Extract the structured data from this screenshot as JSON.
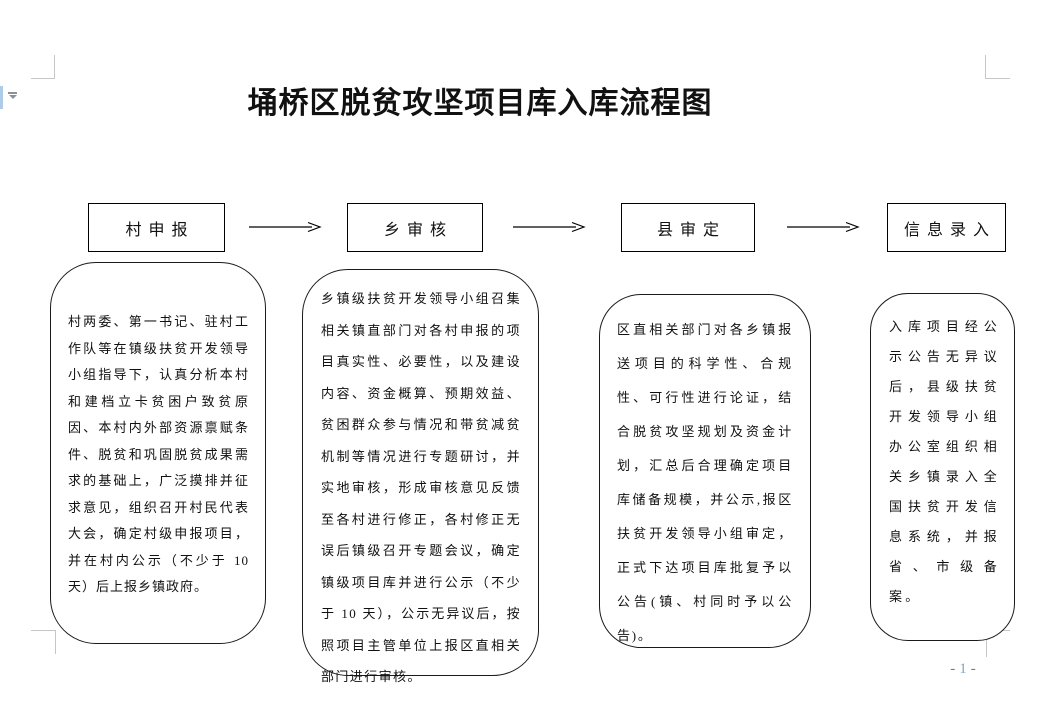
{
  "page": {
    "title": "埇桥区脱贫攻坚项目库入库流程图",
    "page_number": {
      "prefix": "-",
      "value": "1",
      "suffix": "-"
    }
  },
  "flow": {
    "stages": [
      {
        "label": "村申报",
        "description": "村两委、第一书记、驻村工作队等在镇级扶贫开发领导小组指导下，认真分析本村和建档立卡贫困户致贫原因、本村内外部资源禀赋条件、脱贫和巩固脱贫成果需求的基础上，广泛摸排并征求意见，组织召开村民代表大会，确定村级申报项目，并在村内公示（不少于 10 天）后上报乡镇政府。"
      },
      {
        "label": "乡审核",
        "description": "乡镇级扶贫开发领导小组召集相关镇直部门对各村申报的项目真实性、必要性，以及建设内容、资金概算、预期效益、贫困群众参与情况和带贫减贫机制等情况进行专题研讨，并实地审核，形成审核意见反馈至各村进行修正，各村修正无误后镇级召开专题会议，确定镇级项目库并进行公示（不少于 10 天），公示无异议后，按照项目主管单位上报区直相关部门进行审核。"
      },
      {
        "label": "县审定",
        "description": "区直相关部门对各乡镇报送项目的科学性、合规性、可行性进行论证，结合脱贫攻坚规划及资金计划，汇总后合理确定项目库储备规模，并公示,报区扶贫开发领导小组审定，正式下达项目库批复予以公告(镇、村同时予以公告)。"
      },
      {
        "label": "信息录入",
        "description": "入库项目经公示公告无异议后，县级扶贫开发领导小组办公室组织相关乡镇录入全国扶贫开发信息系统，并报省、市级备案。"
      }
    ]
  },
  "icons": {
    "collapse_marker": "collapse-triangle-icon",
    "flow_arrow": "right-arrow-icon"
  },
  "colors": {
    "crop_mark": "#c6c6c6",
    "edge_bar": "#aecbe8",
    "shape_border": "#000000",
    "page_number_value": "#86a4c6",
    "page_number_dash": "#7a7a7a"
  }
}
